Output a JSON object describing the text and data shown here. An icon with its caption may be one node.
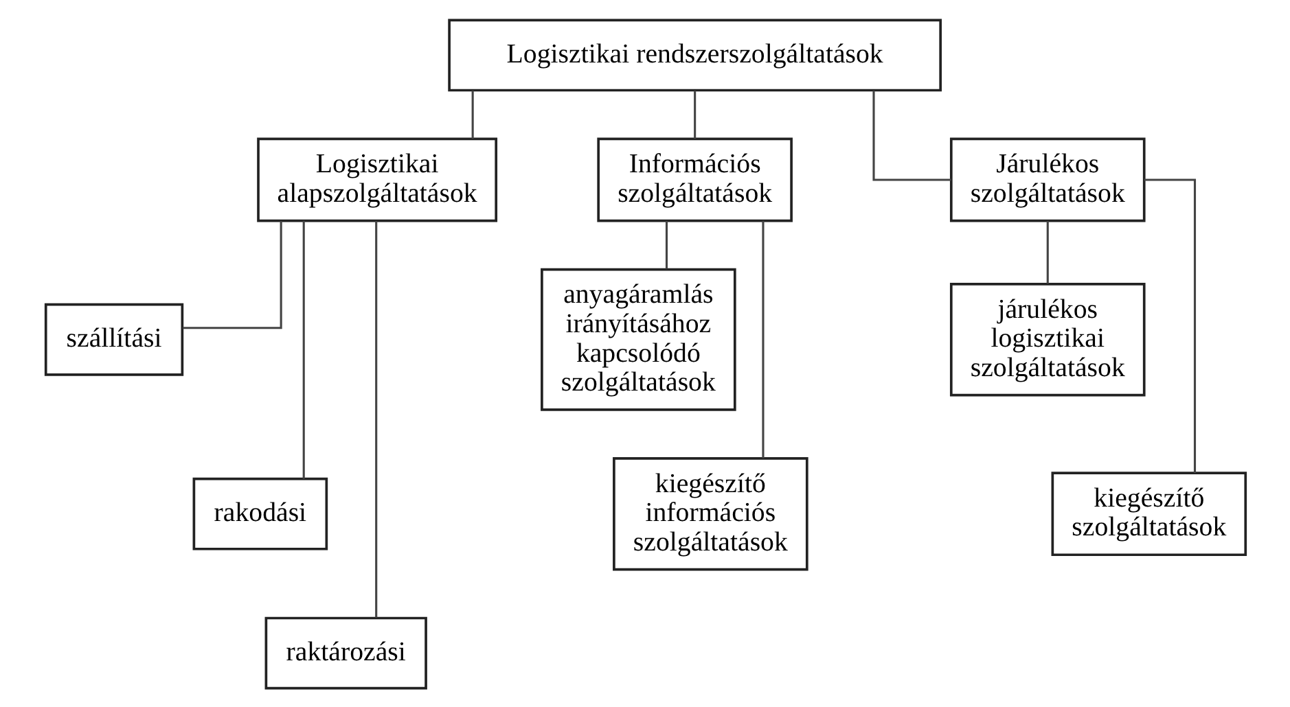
{
  "diagram": {
    "nodes": [
      {
        "text": [
          "Logisztikai rendszerszolgáltatások"
        ]
      },
      {
        "text": [
          "Logisztikai alapszolgáltatások"
        ]
      },
      {
        "text": [
          "Információs szolgáltatások"
        ]
      },
      {
        "text": [
          "Járulékos szolgáltatások"
        ]
      },
      {
        "text": [
          "szállítási"
        ]
      },
      {
        "text": [
          "rakodási"
        ]
      },
      {
        "text": [
          "raktározási"
        ]
      },
      {
        "text": [
          "anyagáramlás irányításához kapcsolódó szolgáltatások"
        ]
      },
      {
        "text": [
          "kiegészítő információs szolgáltatások"
        ]
      },
      {
        "text": [
          "járulékos logisztikai szolgáltatások"
        ]
      },
      {
        "text": [
          "kiegészítő szolgáltatások"
        ]
      }
    ],
    "edges": [
      {
        "from": 0,
        "to": 1,
        "arrow": "none"
      },
      {
        "from": 0,
        "to": 2,
        "arrow": "none"
      },
      {
        "from": 0,
        "to": 3,
        "arrow": "none"
      },
      {
        "from": 1,
        "to": 4,
        "arrow": "none"
      },
      {
        "from": 1,
        "to": 5,
        "arrow": "none"
      },
      {
        "from": 1,
        "to": 6,
        "arrow": "none"
      },
      {
        "from": 2,
        "to": 7,
        "arrow": "none"
      },
      {
        "from": 2,
        "to": 8,
        "arrow": "none"
      },
      {
        "from": 3,
        "to": 9,
        "arrow": "none"
      },
      {
        "from": 3,
        "to": 10,
        "arrow": "none"
      }
    ]
  }
}
